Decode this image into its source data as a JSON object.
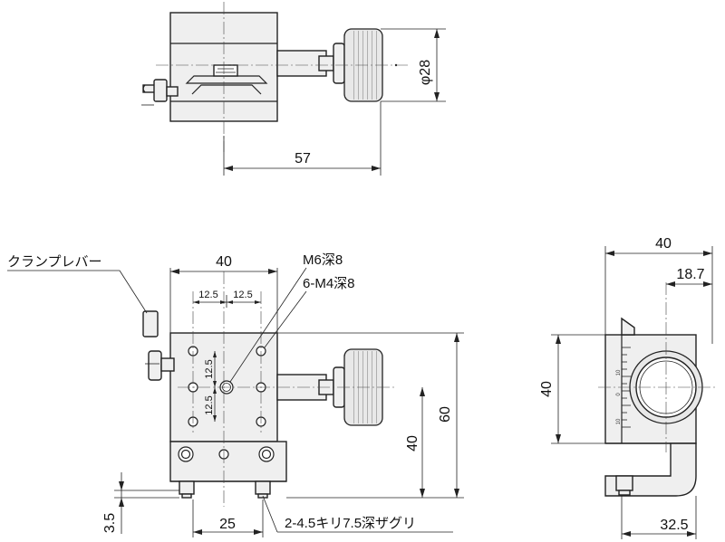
{
  "top_view": {
    "dim_length": "57",
    "dim_knob_diameter": "φ28"
  },
  "front_view": {
    "callout_clamp_lever": "クランプレバー",
    "dim_width": "40",
    "callout_m6": "M6深8",
    "callout_m4": "6-M4深8",
    "dim_hole_pitch_left": "12.5",
    "dim_hole_pitch_right": "12.5",
    "dim_hole_pitch_v1": "12.5",
    "dim_hole_pitch_v2": "12.5",
    "dim_height": "60",
    "dim_center_height": "40",
    "dim_base_thickness": "3.5",
    "dim_mount_pitch": "25",
    "callout_counterbore": "2-4.5キリ7.5深ザグリ"
  },
  "side_view": {
    "dim_width": "40",
    "dim_offset": "18.7",
    "dim_height": "40",
    "dim_base_width": "32.5",
    "scale_marks": [
      "10",
      "0",
      "10"
    ]
  }
}
